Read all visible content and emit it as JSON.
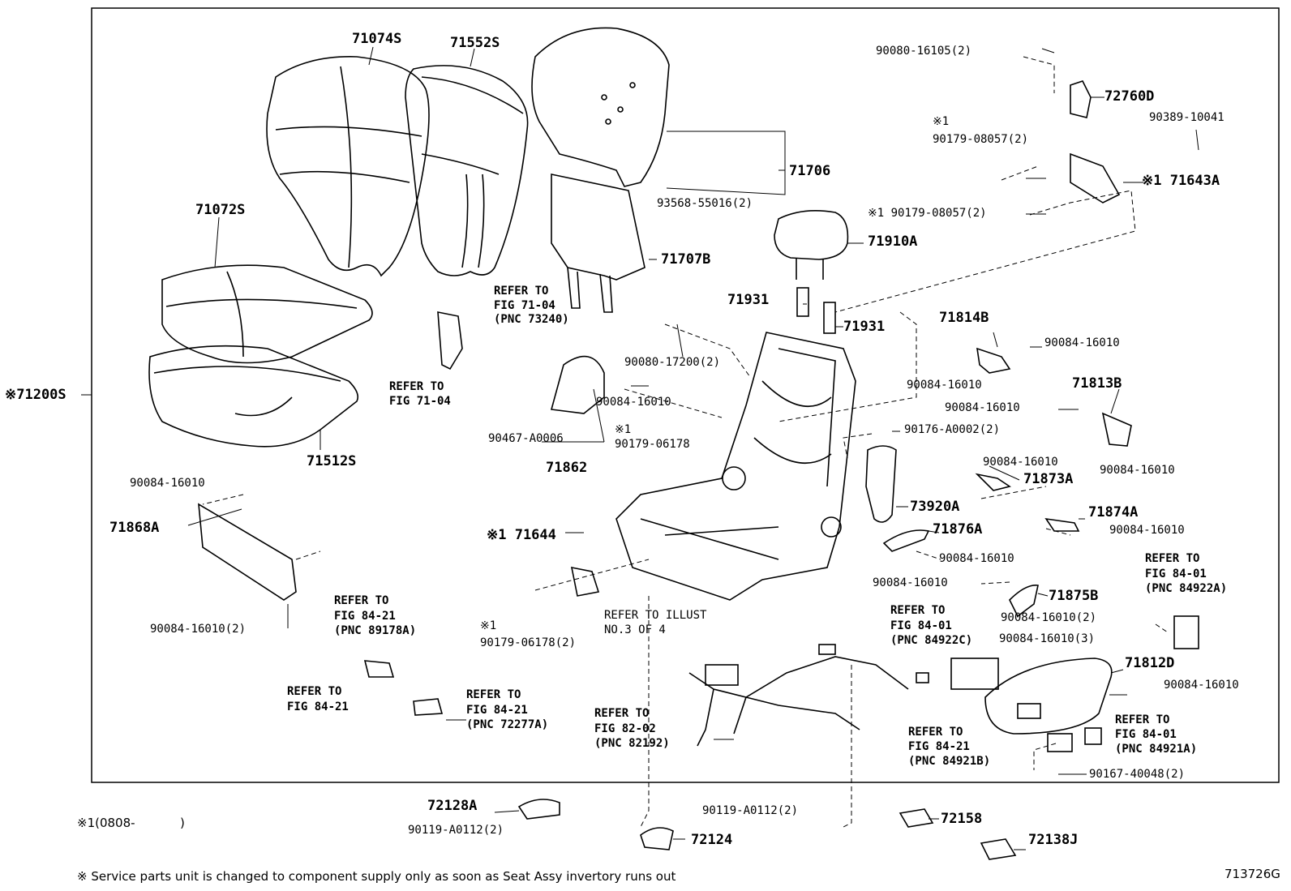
{
  "main_assembly": {
    "label": "※71200S"
  },
  "note_marker": {
    "label": "※1(0808-",
    "close": ")"
  },
  "footnote": "※ Service parts unit is changed to component supply only as soon as  Seat Assy invertory runs out",
  "figure_id": "713726G",
  "parts": [
    {
      "id": "71074S",
      "label": "71074S"
    },
    {
      "id": "71552S",
      "label": "71552S"
    },
    {
      "id": "71072S",
      "label": "71072S"
    },
    {
      "id": "71512S",
      "label": "71512S"
    },
    {
      "id": "71706",
      "label": "71706"
    },
    {
      "id": "93568-55016",
      "label": "93568-55016(2)"
    },
    {
      "id": "71707B",
      "label": "71707B"
    },
    {
      "id": "refer-71-04-a-1",
      "label": "REFER TO"
    },
    {
      "id": "refer-71-04-a-2",
      "label": "FIG 71-04"
    },
    {
      "id": "refer-71-04-a-3",
      "label": "(PNC 73240)"
    },
    {
      "id": "refer-71-04-b-1",
      "label": "REFER TO"
    },
    {
      "id": "refer-71-04-b-2",
      "label": "FIG 71-04"
    },
    {
      "id": "90080-17200",
      "label": "90080-17200(2)"
    },
    {
      "id": "90084-16010-a",
      "label": "90084-16010"
    },
    {
      "id": "90467-A0006",
      "label": "90467-A0006"
    },
    {
      "id": "71862",
      "label": "71862"
    },
    {
      "id": "star1-a",
      "label": "※1"
    },
    {
      "id": "90179-06178",
      "label": "90179-06178"
    },
    {
      "id": "71910A",
      "label": "71910A"
    },
    {
      "id": "71931-a",
      "label": "71931"
    },
    {
      "id": "71931-b",
      "label": "71931"
    },
    {
      "id": "90080-16105",
      "label": "90080-16105(2)"
    },
    {
      "id": "72760D",
      "label": "72760D"
    },
    {
      "id": "90389-10041",
      "label": "90389-10041"
    },
    {
      "id": "star1-b",
      "label": "※1"
    },
    {
      "id": "90179-08057-a",
      "label": "90179-08057(2)"
    },
    {
      "id": "71643A",
      "label": "※1 71643A"
    },
    {
      "id": "90179-08057-b",
      "label": "※1 90179-08057(2)"
    },
    {
      "id": "71814B",
      "label": "71814B"
    },
    {
      "id": "90084-16010-b",
      "label": "90084-16010"
    },
    {
      "id": "90084-16010-c",
      "label": "90084-16010"
    },
    {
      "id": "71813B",
      "label": "71813B"
    },
    {
      "id": "90084-16010-d",
      "label": "90084-16010"
    },
    {
      "id": "90084-16010-e",
      "label": "90084-16010"
    },
    {
      "id": "90176-A0002",
      "label": "90176-A0002(2)"
    },
    {
      "id": "90084-16010-f",
      "label": "90084-16010"
    },
    {
      "id": "71873A",
      "label": "71873A"
    },
    {
      "id": "73920A",
      "label": "73920A"
    },
    {
      "id": "71874A",
      "label": "71874A"
    },
    {
      "id": "90084-16010-g",
      "label": "90084-16010"
    },
    {
      "id": "71876A",
      "label": "71876A"
    },
    {
      "id": "90084-16010-h",
      "label": "90084-16010"
    },
    {
      "id": "90084-16010-i",
      "label": "90084-16010"
    },
    {
      "id": "71875B",
      "label": "71875B"
    },
    {
      "id": "refer-84-01-a-1",
      "label": "REFER TO"
    },
    {
      "id": "refer-84-01-a-2",
      "label": "FIG 84-01"
    },
    {
      "id": "refer-84-01-a-3",
      "label": "(PNC 84922A)"
    },
    {
      "id": "90084-16010-j",
      "label": "90084-16010(2)"
    },
    {
      "id": "refer-84-01-b-1",
      "label": "REFER TO"
    },
    {
      "id": "refer-84-01-b-2",
      "label": "FIG 84-01"
    },
    {
      "id": "refer-84-01-b-3",
      "label": "(PNC 84922C)"
    },
    {
      "id": "90084-16010-k",
      "label": "90084-16010(3)"
    },
    {
      "id": "71812D",
      "label": "71812D"
    },
    {
      "id": "90084-16010-l",
      "label": "90084-16010"
    },
    {
      "id": "refer-84-21-c-1",
      "label": "REFER TO"
    },
    {
      "id": "refer-84-21-c-2",
      "label": "FIG 84-21"
    },
    {
      "id": "refer-84-21-c-3",
      "label": "(PNC 84921B)"
    },
    {
      "id": "refer-84-01-c-1",
      "label": "REFER TO"
    },
    {
      "id": "refer-84-01-c-2",
      "label": "FIG 84-01"
    },
    {
      "id": "refer-84-01-c-3",
      "label": "(PNC 84921A)"
    },
    {
      "id": "90167-40048",
      "label": "90167-40048(2)"
    },
    {
      "id": "90084-16010-m",
      "label": "90084-16010"
    },
    {
      "id": "71868A",
      "label": "71868A"
    },
    {
      "id": "90084-16010-n",
      "label": "90084-16010(2)"
    },
    {
      "id": "71644",
      "label": "※1 71644"
    },
    {
      "id": "star1-c",
      "label": "※1"
    },
    {
      "id": "90179-06178-b",
      "label": "90179-06178(2)"
    },
    {
      "id": "refer-illust-1",
      "label": "REFER TO ILLUST"
    },
    {
      "id": "refer-illust-2",
      "label": "NO.3 OF 4"
    },
    {
      "id": "refer-84-21-a-1",
      "label": "REFER TO"
    },
    {
      "id": "refer-84-21-a-2",
      "label": "FIG 84-21"
    },
    {
      "id": "refer-84-21-a-3",
      "label": "(PNC 89178A)"
    },
    {
      "id": "refer-84-21-b-1",
      "label": "REFER TO"
    },
    {
      "id": "refer-84-21-b-2",
      "label": "FIG 84-21"
    },
    {
      "id": "refer-84-21-d-1",
      "label": "REFER TO"
    },
    {
      "id": "refer-84-21-d-2",
      "label": "FIG 84-21"
    },
    {
      "id": "refer-84-21-d-3",
      "label": "(PNC 72277A)"
    },
    {
      "id": "refer-82-02-1",
      "label": "REFER TO"
    },
    {
      "id": "refer-82-02-2",
      "label": "FIG 82-02"
    },
    {
      "id": "refer-82-02-3",
      "label": "(PNC 82192)"
    },
    {
      "id": "72128A",
      "label": "72128A"
    },
    {
      "id": "90119-A0112-a",
      "label": "90119-A0112(2)"
    },
    {
      "id": "72124",
      "label": "72124"
    },
    {
      "id": "90119-A0112-b",
      "label": "90119-A0112(2)"
    },
    {
      "id": "72158",
      "label": "72158"
    },
    {
      "id": "72138J",
      "label": "72138J"
    }
  ]
}
